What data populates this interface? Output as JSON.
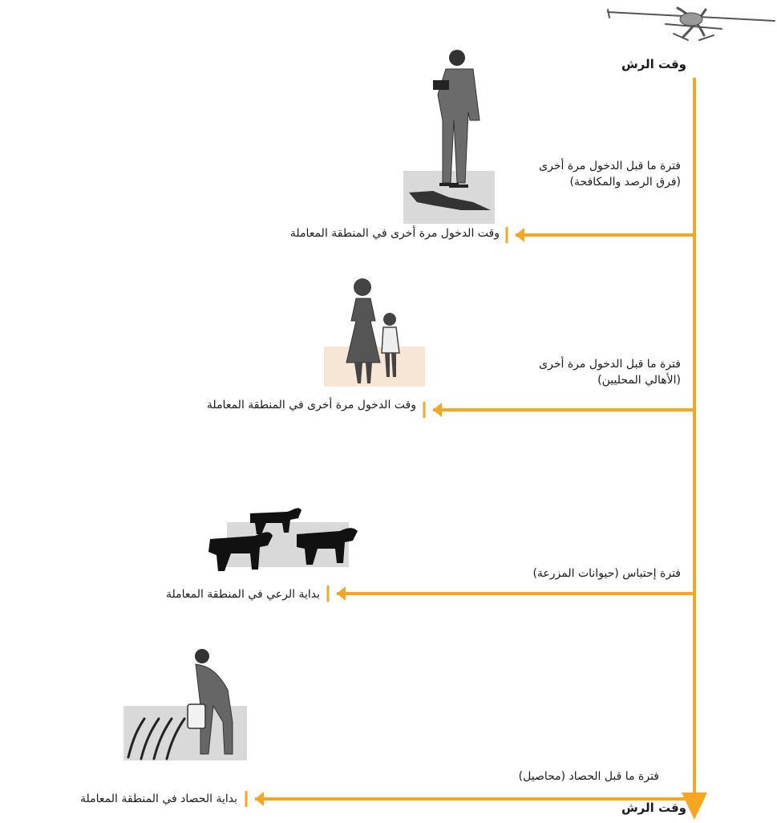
{
  "top_label": "وقت الرش",
  "bottom_label": "وقت الرش",
  "colors": {
    "timeline": "#f5a623",
    "photo_bg": "#d9d9d9",
    "photo_bg_warm": "#f7e6d6"
  },
  "stages": [
    {
      "period": "فترة ما قبل الدخول مرة أخرى (فرق الرصد والمكافحة)",
      "event": "وقت الدخول مرة أخرى في المنطقة المعاملة",
      "illustration": "survey-worker-icon"
    },
    {
      "period": "فترة ما قبل الدخول مرة أخرى (الأهالي المحليين)",
      "event": "وقت الدخول مرة أخرى في المنطقة المعاملة",
      "illustration": "mother-child-icon"
    },
    {
      "period": "فترة إحتباس (حيوانات المزرعة)",
      "event": "بداية الرعي في المنطقة المعاملة",
      "illustration": "cattle-icon"
    },
    {
      "period": "فترة ما قبل الحصاد (محاصيل)",
      "event": "بداية الحصاد في المنطقة المعاملة",
      "illustration": "harvester-icon"
    }
  ]
}
